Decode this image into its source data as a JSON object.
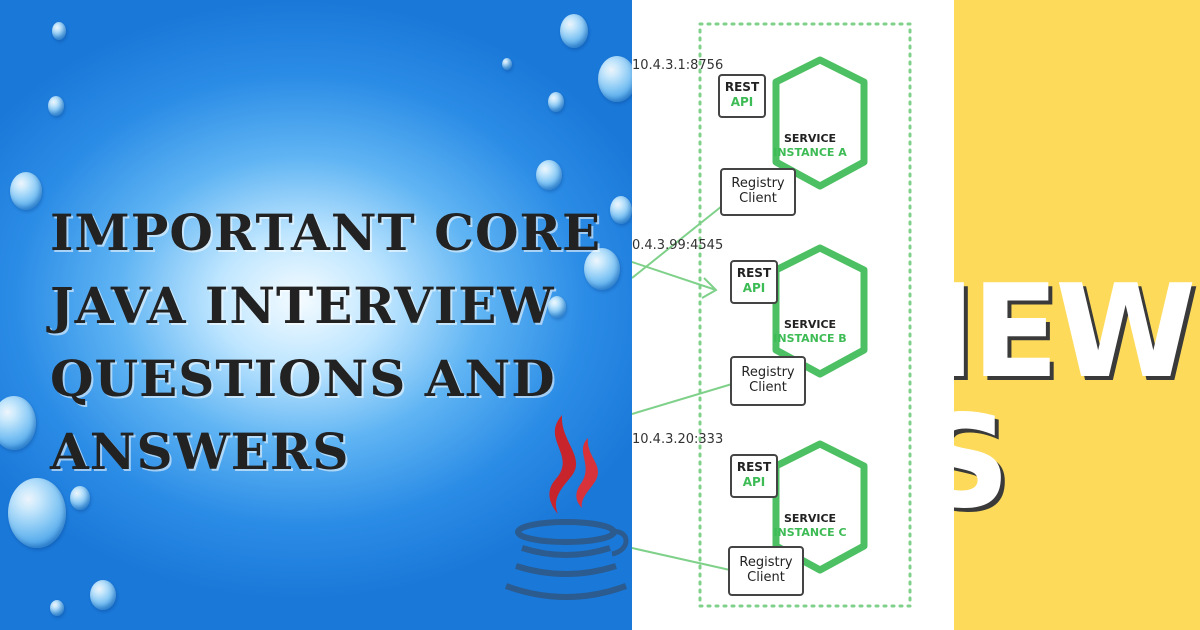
{
  "left_panel": {
    "headline_lines": [
      "IMPORTANT CORE",
      "JAVA INTERVIEW",
      "QUESTIONS AND",
      "ANSWERS"
    ]
  },
  "diagram": {
    "instances": [
      {
        "address": "10.4.3.1:8756",
        "rest": "REST",
        "api": "API",
        "service": "SERVICE",
        "instance": "INSTANCE A",
        "registry_line1": "Registry",
        "registry_line2": "Client"
      },
      {
        "address": "0.4.3.99:4545",
        "rest": "REST",
        "api": "API",
        "service": "SERVICE",
        "instance": "INSTANCE B",
        "registry_line1": "Registry",
        "registry_line2": "Client"
      },
      {
        "address": "10.4.3.20:333",
        "rest": "REST",
        "api": "API",
        "service": "SERVICE",
        "instance": "INSTANCE C",
        "registry_line1": "Registry",
        "registry_line2": "Client"
      }
    ],
    "accent_green": "#3dbb54",
    "dotted_border_color": "#7fd18a"
  },
  "right_panel": {
    "word_top": "IEW",
    "word_bottom": "S",
    "background": "#fdda5a"
  },
  "icons": [
    "water-drop-icon",
    "java-coffee-cup-icon",
    "hexagon-icon"
  ]
}
